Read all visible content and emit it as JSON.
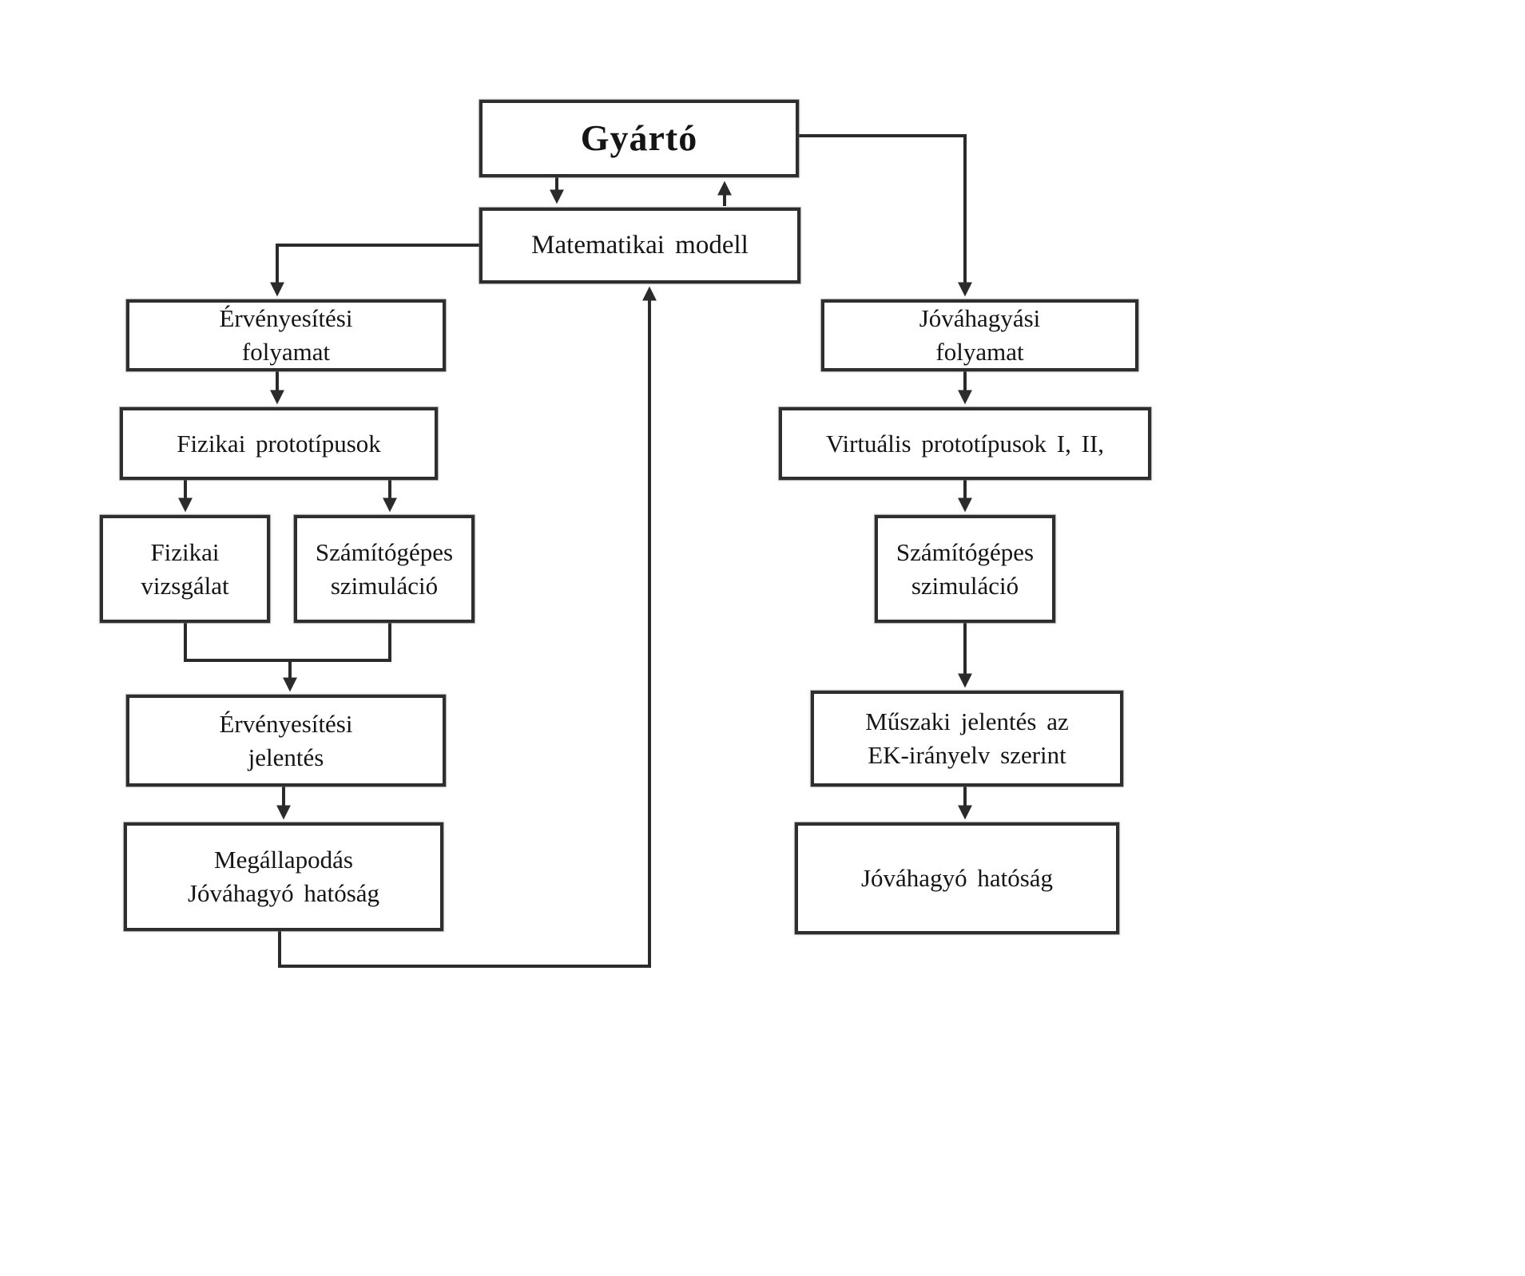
{
  "diagram": {
    "type": "flowchart",
    "language": "Hungarian",
    "nodes": {
      "gyarto": "Gyártó",
      "matematikai_modell": "Matematikai modell",
      "ervenyesitesi_folyamat": "Érvényesítési\nfolyamat",
      "fizikai_prototipusok": "Fizikai prototípusok",
      "fizikai_vizsgalat": "Fizikai\nvizsgálat",
      "szamitogepes_szimulacio_bal": "Számítógépes\nszimuláció",
      "ervenyesitesi_jelentes": "Érvényesítési\njelentés",
      "megallapodas_jovahagyo_hatosag": "Megállapodás\nJóváhagyó hatóság",
      "jovahagyasi_folyamat": "Jóváhagyási\nfolyamat",
      "virtualis_prototipusok": "Virtuális prototípusok I, II,",
      "szamitogepes_szimulacio_jobb": "Számítógépes\nszimuláció",
      "muszaki_jelentes": "Műszaki jelentés az\nEK-irányelv szerint",
      "jovahagyo_hatosag": "Jóváhagyó hatóság"
    },
    "edges": [
      {
        "from": "gyarto",
        "to": "matematikai_modell",
        "direction": "down"
      },
      {
        "from": "matematikai_modell",
        "to": "gyarto",
        "direction": "up"
      },
      {
        "from": "gyarto",
        "to": "jovahagyasi_folyamat",
        "direction": "right-down"
      },
      {
        "from": "matematikai_modell",
        "to": "ervenyesitesi_folyamat",
        "direction": "left-down"
      },
      {
        "from": "ervenyesitesi_folyamat",
        "to": "fizikai_prototipusok",
        "direction": "down"
      },
      {
        "from": "fizikai_prototipusok",
        "to": "fizikai_vizsgalat",
        "direction": "down"
      },
      {
        "from": "fizikai_prototipusok",
        "to": "szamitogepes_szimulacio_bal",
        "direction": "down"
      },
      {
        "from": "fizikai_vizsgalat+szamitogepes_szimulacio_bal",
        "to": "ervenyesitesi_jelentes",
        "direction": "merge-down"
      },
      {
        "from": "ervenyesitesi_jelentes",
        "to": "megallapodas_jovahagyo_hatosag",
        "direction": "down"
      },
      {
        "from": "megallapodas_jovahagyo_hatosag",
        "to": "matematikai_modell",
        "direction": "down-right-up"
      },
      {
        "from": "jovahagyasi_folyamat",
        "to": "virtualis_prototipusok",
        "direction": "down"
      },
      {
        "from": "virtualis_prototipusok",
        "to": "szamitogepes_szimulacio_jobb",
        "direction": "down"
      },
      {
        "from": "szamitogepes_szimulacio_jobb",
        "to": "muszaki_jelentes",
        "direction": "down"
      },
      {
        "from": "muszaki_jelentes",
        "to": "jovahagyo_hatosag",
        "direction": "down"
      }
    ],
    "colors": {
      "line": "#2b2b2b",
      "border": "#2e2e2e",
      "background": "#ffffff",
      "text": "#151515"
    }
  }
}
